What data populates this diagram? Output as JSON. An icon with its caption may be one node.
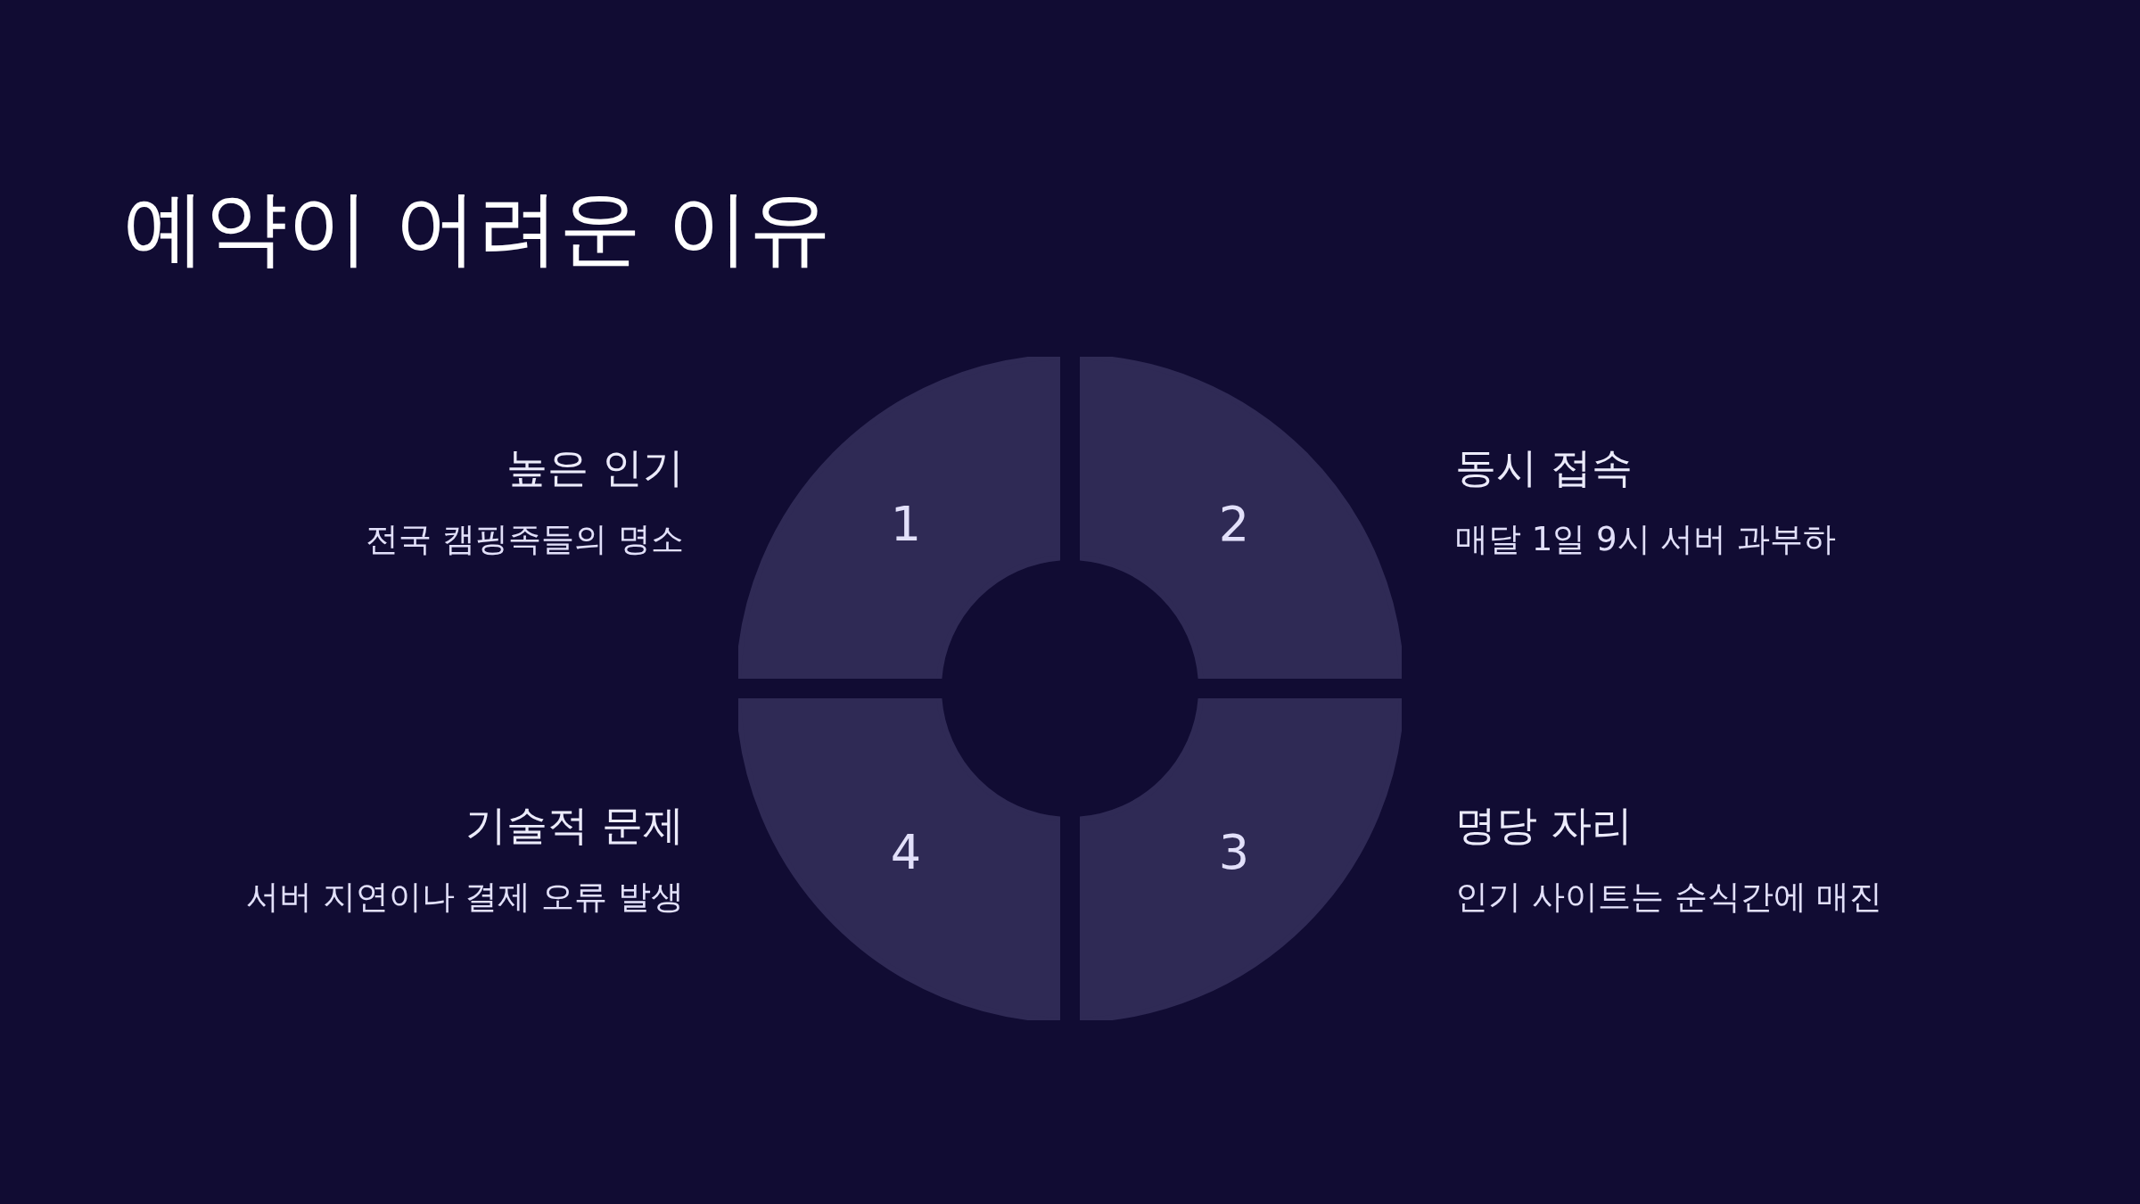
{
  "diagram": {
    "title": "예약이 어려운 이유",
    "nodes": [
      {
        "text": [
          "1"
        ],
        "beside": [
          "높은 인기",
          "전국 캠핑족들의 명소"
        ]
      },
      {
        "text": [
          "2"
        ],
        "beside": [
          "동시 접속",
          "매달 1일 9시 서버 과부하"
        ]
      },
      {
        "text": [
          "4"
        ],
        "beside": [
          "기술적 문제",
          "서버 지연이나 결제 오류 발생"
        ]
      },
      {
        "text": [
          "3"
        ],
        "beside": [
          "명당 자리",
          "인기 사이트는 순식간에 매진"
        ]
      }
    ]
  }
}
